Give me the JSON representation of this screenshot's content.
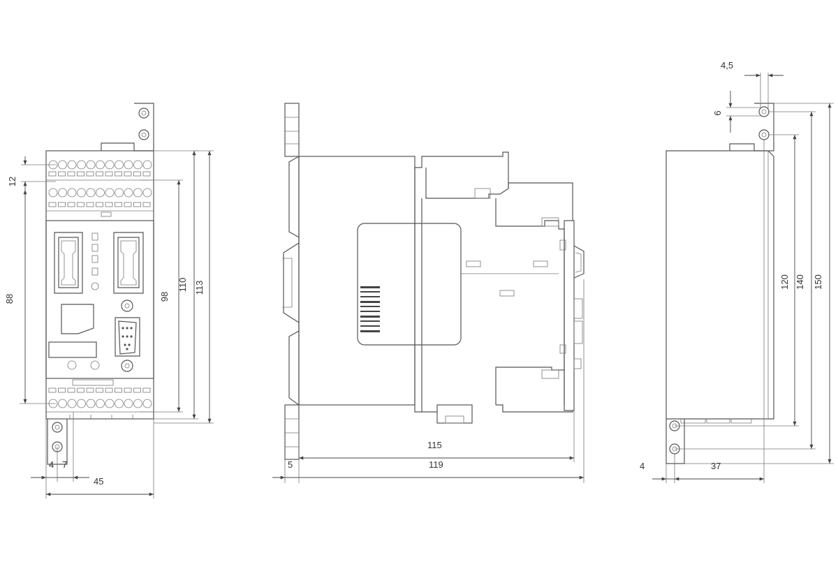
{
  "dimensions": {
    "front": {
      "d12": "12",
      "d88": "88",
      "d98": "98",
      "d110": "110",
      "d113": "113",
      "d4": "4",
      "d7": "7",
      "d45": "45"
    },
    "side": {
      "d115": "115",
      "d5": "5",
      "d119": "119"
    },
    "rear": {
      "d4_5": "4,5",
      "d6": "6",
      "d120": "120",
      "d140": "140",
      "d150": "150",
      "d4": "4",
      "d37": "37"
    }
  }
}
